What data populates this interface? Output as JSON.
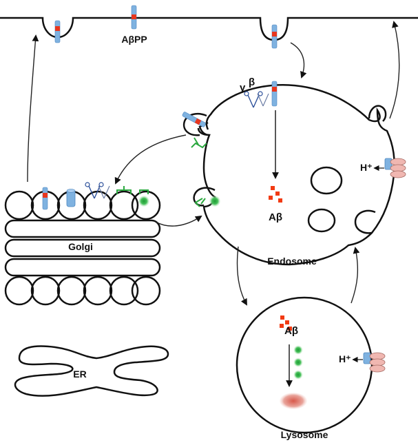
{
  "labels": {
    "appp": "AβPP",
    "golgi": "Golgi",
    "endosome": "Endosome",
    "lysosome": "Lysosome",
    "er": "ER",
    "abeta_endosome": "Aβ",
    "abeta_lysosome": "Aβ",
    "proton_endosome": "H⁺",
    "proton_lysosome": "H⁺",
    "gamma": "γ",
    "beta": "β"
  },
  "colors": {
    "appp_bar": "#7fb2e0",
    "appp_red_band": "#e8361e",
    "abeta_dots": "#f23a12",
    "proton_pump": "#f0b7b1",
    "green_protein": "#2aa83e",
    "aggregate": "#d46a5e",
    "scissors": "#2b4f9a"
  },
  "icons": [
    "scissors-icon",
    "proton-pump-icon",
    "bace-sorting-receptor-icon",
    "abeta-aggregate-icon"
  ]
}
